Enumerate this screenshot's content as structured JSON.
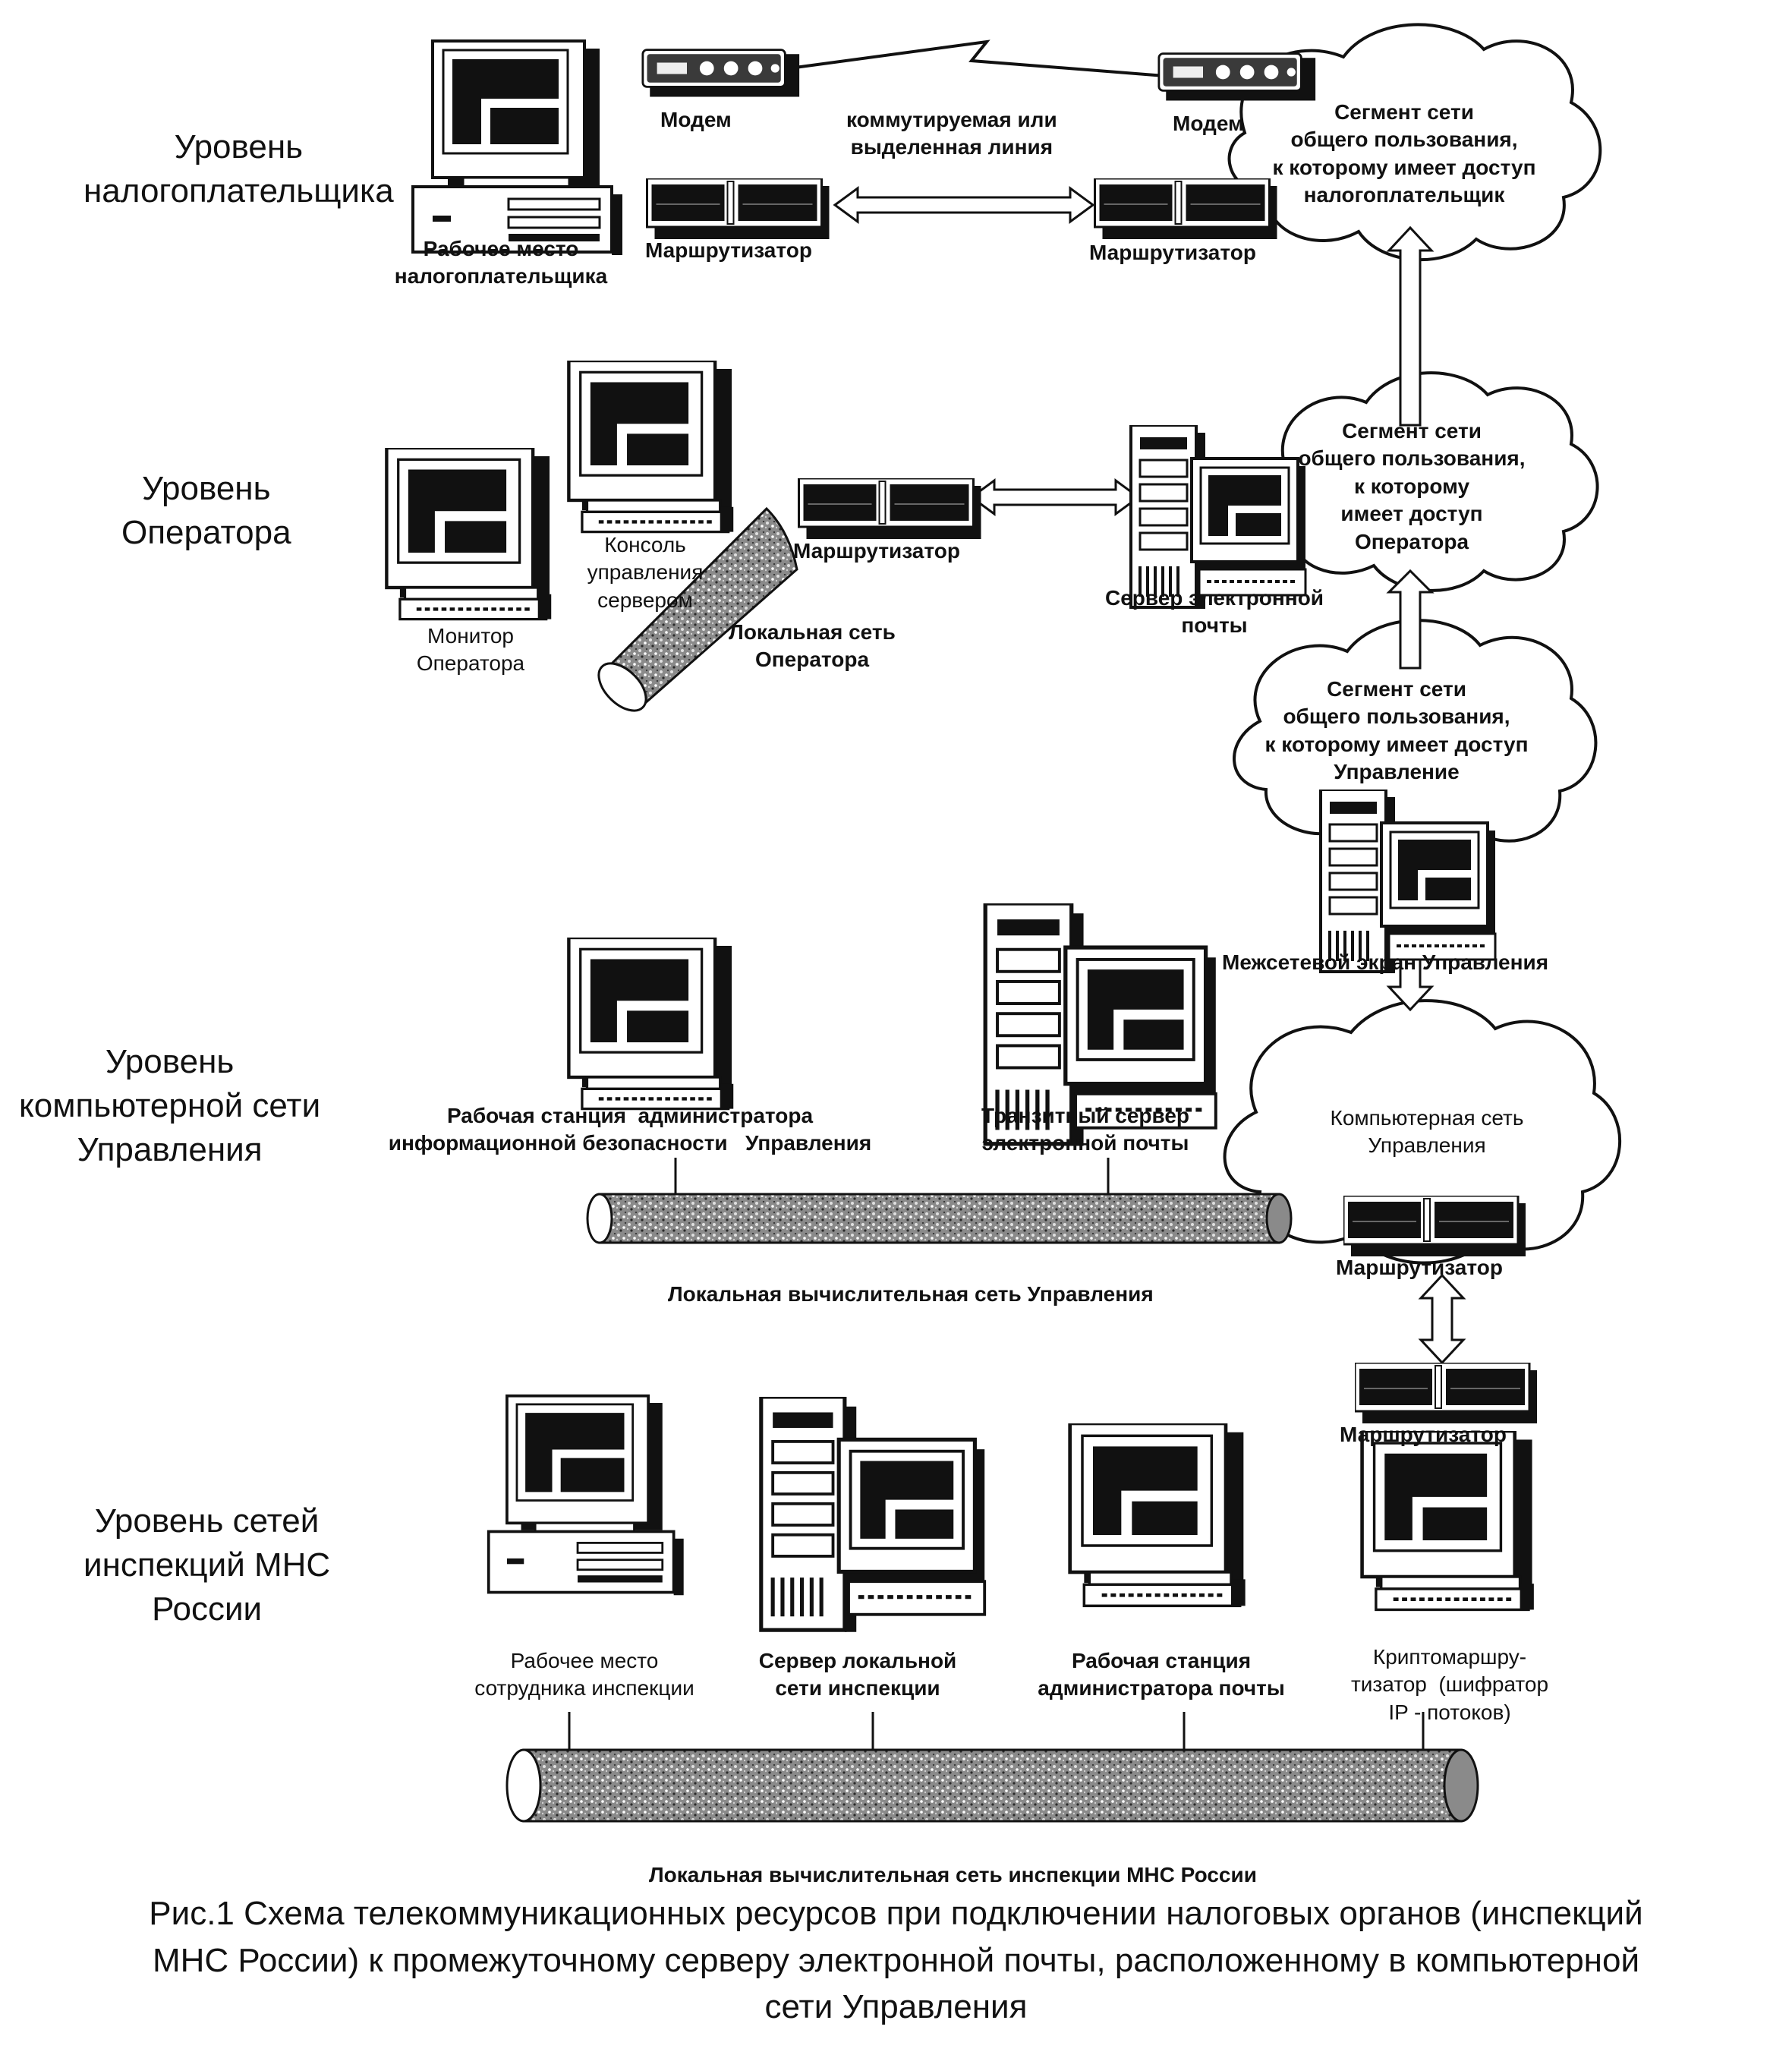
{
  "levels": {
    "taxpayer": [
      "Уровень",
      "налогоплательщика"
    ],
    "operator": [
      "Уровень",
      "Оператора"
    ],
    "management_network": [
      "Уровень",
      "компьютерной сети",
      "Управления"
    ],
    "inspection_networks": [
      "Уровень сетей",
      "инспекций МНС",
      "России"
    ]
  },
  "taxpayer_level": {
    "modem_left": "Модем",
    "line": [
      "коммутируемая или",
      "выделенная линия"
    ],
    "modem_right": "Модем",
    "cloud": [
      "Сегмент сети",
      "общего пользования,",
      "к которому имеет доступ",
      "налогоплательщик"
    ],
    "workstation": [
      "Рабочее место",
      "налогоплательщика"
    ],
    "router_left": "Маршрутизатор",
    "router_right": "Маршрутизатор"
  },
  "operator_level": {
    "cloud": [
      "Сегмент сети",
      "общего пользования,",
      "к которому",
      "имеет доступ",
      "Оператора"
    ],
    "console": [
      "Консоль",
      "управления",
      "сервером"
    ],
    "router": "Маршрутизатор",
    "mail_server": [
      "Сервер электронной",
      "почты"
    ],
    "monitor": [
      "Монитор",
      "Оператора"
    ],
    "lan": [
      "Локальная сеть",
      "Оператора"
    ]
  },
  "management_level": {
    "cloud_public": [
      "Сегмент сети",
      "общего пользования,",
      "к которому имеет доступ",
      "Управление"
    ],
    "firewall": "Межсетевой экран Управления",
    "admin_ws": [
      "Рабочая станция  администратора",
      "информационной безопасности   Управления"
    ],
    "transit_server": [
      "Транзитный сервер",
      "электронной почты"
    ],
    "cloud_network": [
      "Компьютерная сеть",
      "Управления"
    ],
    "router": "Маршрутизатор",
    "lan": "Локальная вычислительная сеть Управления"
  },
  "inspection_level": {
    "router": "Маршрутизатор",
    "employee_ws": [
      "Рабочее место",
      "сотрудника инспекции"
    ],
    "lan_server": [
      "Сервер локальной",
      "сети инспекции"
    ],
    "mail_admin_ws": [
      "Рабочая станция",
      "администратора почты"
    ],
    "crypto_router": [
      "Криптомаршру-",
      "тизатор  (шифратор",
      "IP - потоков)"
    ],
    "lan": "Локальная вычислительная сеть  инспекции  МНС России"
  },
  "caption": [
    "Рис.1  Схема телекоммуникационных ресурсов при подключении налоговых органов (инспекций",
    "МНС России) к промежуточному серверу электронной почты, расположенному в компьютерной",
    "сети Управления"
  ]
}
